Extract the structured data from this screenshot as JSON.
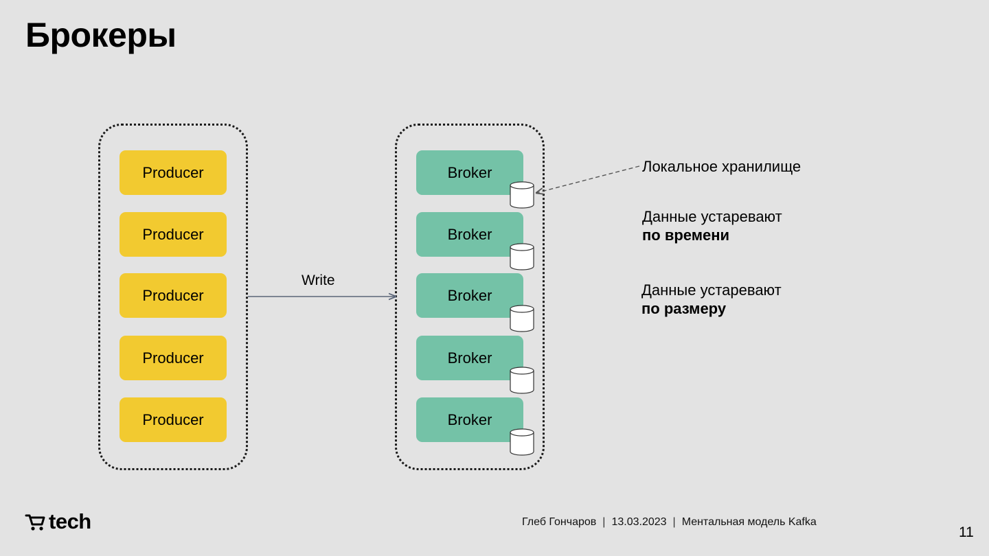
{
  "slide": {
    "title": "Брокеры",
    "page_number": "11"
  },
  "producers": [
    "Producer",
    "Producer",
    "Producer",
    "Producer",
    "Producer"
  ],
  "brokers": [
    "Broker",
    "Broker",
    "Broker",
    "Broker",
    "Broker"
  ],
  "arrow": {
    "label": "Write"
  },
  "notes": {
    "storage": "Локальное хранилище",
    "time_line1": "Данные устаревают",
    "time_line2": "по времени",
    "size_line1": "Данные устаревают",
    "size_line2": "по размеру"
  },
  "footer": {
    "logo_text": "tech",
    "author": "Глеб Гончаров",
    "date": "13.03.2023",
    "topic": "Ментальная модель Kafka"
  },
  "colors": {
    "background": "#e3e3e3",
    "producer": "#f2ca30",
    "broker": "#74c2a7",
    "arrow": "#5a6478"
  }
}
